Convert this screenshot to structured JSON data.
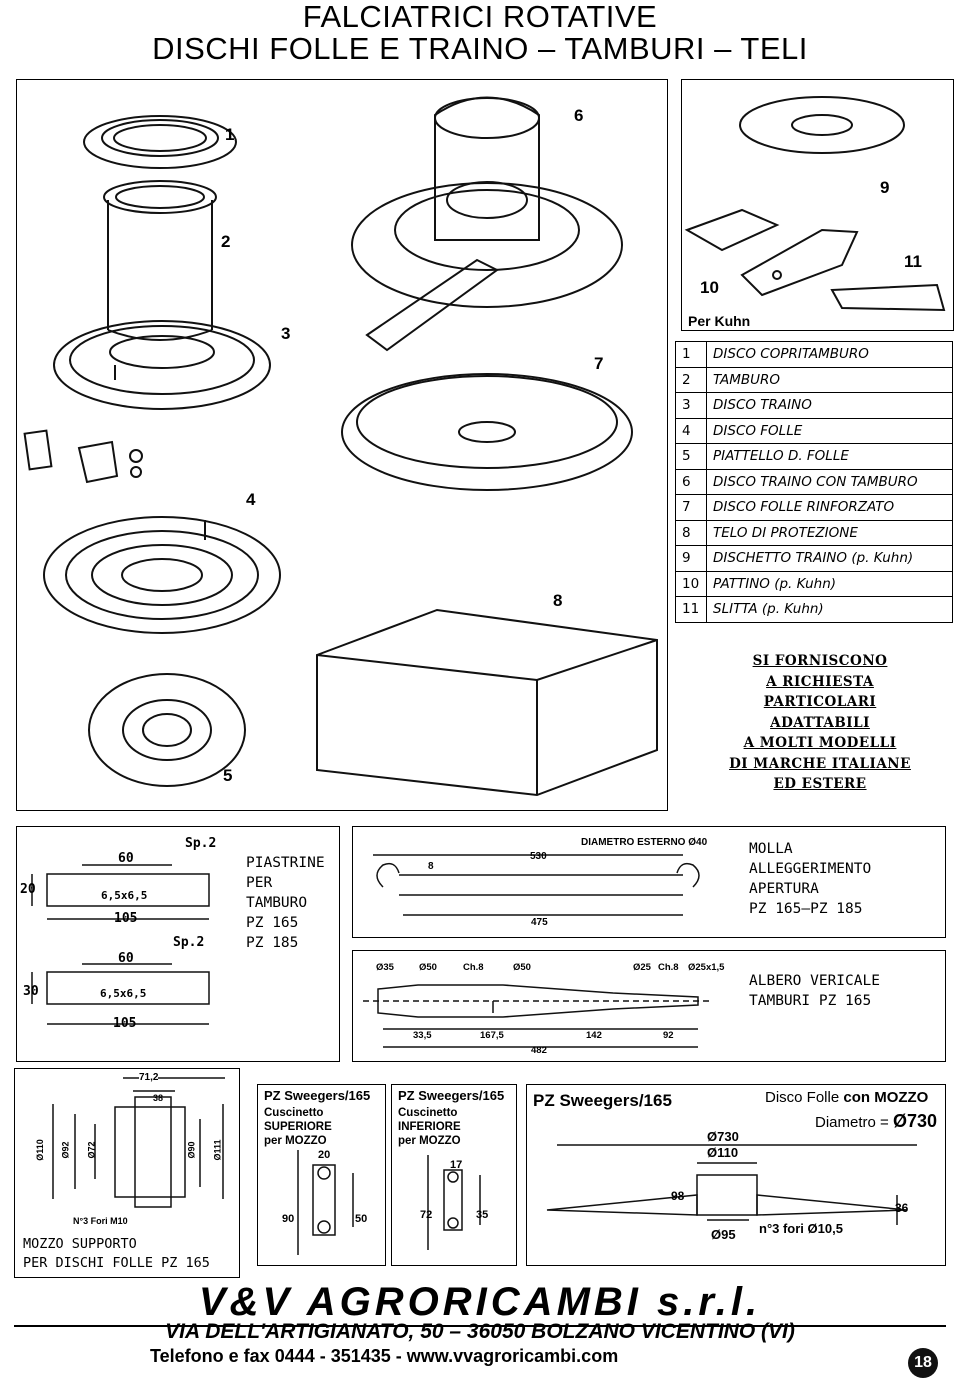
{
  "header": {
    "line1": "FALCIATRICI ROTATIVE",
    "line2": "DISCHI FOLLE E TRAINO – TAMBURI – TELI"
  },
  "callouts": {
    "n1": "1",
    "n2": "2",
    "n3": "3",
    "n4": "4",
    "n5": "5",
    "n6": "6",
    "n7": "7",
    "n8": "8",
    "n9": "9",
    "n10": "10",
    "n11": "11"
  },
  "kuhn_caption": "Per Kuhn",
  "parts": [
    {
      "n": "1",
      "label": "DISCO COPRITAMBURO"
    },
    {
      "n": "2",
      "label": "TAMBURO"
    },
    {
      "n": "3",
      "label": "DISCO TRAINO"
    },
    {
      "n": "4",
      "label": "DISCO FOLLE"
    },
    {
      "n": "5",
      "label": "PIATTELLO D. FOLLE"
    },
    {
      "n": "6",
      "label": "DISCO TRAINO CON TAMBURO"
    },
    {
      "n": "7",
      "label": "DISCO FOLLE RINFORZATO"
    },
    {
      "n": "8",
      "label": "TELO DI PROTEZIONE"
    },
    {
      "n": "9",
      "label": "DISCHETTO TRAINO (p. Kuhn)"
    },
    {
      "n": "10",
      "label": "PATTINO (p. Kuhn)"
    },
    {
      "n": "11",
      "label": "SLITTA (p. Kuhn)"
    }
  ],
  "note_lines": [
    "SI FORNISCONO",
    "A RICHIESTA",
    "PARTICOLARI",
    "ADATTABILI",
    "A MOLTI MODELLI",
    "DI MARCHE ITALIANE",
    "ED ESTERE"
  ],
  "piastrine": {
    "lines": [
      "PIASTRINE",
      "PER",
      "TAMBURO",
      "PZ 165",
      "PZ 185"
    ],
    "dims": {
      "sp_top": "Sp.2",
      "w60a": "60",
      "h20": "20",
      "hole_a": "6,5x6,5",
      "w105a": "105",
      "sp_bot": "Sp.2",
      "w60b": "60",
      "h30": "30",
      "hole_b": "6,5x6,5",
      "w105b": "105"
    }
  },
  "molla": {
    "lines": [
      "MOLLA",
      "ALLEGGERIMENTO",
      "APERTURA",
      "PZ 165—PZ 185"
    ],
    "dims": {
      "diam": "DIAMETRO ESTERNO Ø40",
      "l530": "530",
      "l8": "8",
      "l475": "475"
    }
  },
  "albero": {
    "lines": [
      "ALBERO VERICALE",
      "TAMBURI PZ 165"
    ],
    "dims": {
      "d35": "Ø35",
      "d50a": "Ø50",
      "ch8a": "Ch.8",
      "d50b": "Ø50",
      "d25": "Ø25",
      "ch8b": "Ch.8",
      "d25x": "Ø25x1,5",
      "l33": "33,5",
      "l167": "167,5",
      "l142": "142",
      "l92": "92",
      "l482": "482"
    }
  },
  "mozzo": {
    "lines": [
      "MOZZO SUPPORTO",
      "PER DISCHI FOLLE PZ 165"
    ],
    "dims": {
      "w712": "71,2",
      "w38": "38",
      "d110": "Ø110",
      "d92": "Ø92",
      "d72": "Ø72",
      "d90": "Ø90",
      "d111": "Ø111",
      "fori": "N°3 Fori M10"
    }
  },
  "cuscinetto_sup": {
    "brand": "PZ Sweegers/165",
    "l1": "Cuscinetto SUPERIORE",
    "l2": "per MOZZO",
    "d20": "20",
    "d90": "90",
    "d50": "50"
  },
  "cuscinetto_inf": {
    "brand": "PZ Sweegers/165",
    "l1": "Cuscinetto INFERIORE",
    "l2": "per MOZZO",
    "d17": "17",
    "d72": "72",
    "d35": "35"
  },
  "disco_mozzo": {
    "brand": "PZ Sweegers/165",
    "title_a": "Disco Folle ",
    "title_b": "con MOZZO",
    "diam_label": "Diametro = ",
    "diam_value": "Ø730",
    "d730": "Ø730",
    "d110": "Ø110",
    "d98": "98",
    "d36": "36",
    "d95": "Ø95",
    "fori": "n°3 fori Ø10,5"
  },
  "footer": {
    "company": "V&V AGRORICAMBI s.r.l.",
    "address": "VIA DELL'ARTIGIANATO, 50 – 36050 BOLZANO VICENTINO (VI)",
    "contact": "Telefono e fax  0444 - 351435 - www.vvagroricambi.com",
    "page": "18"
  }
}
